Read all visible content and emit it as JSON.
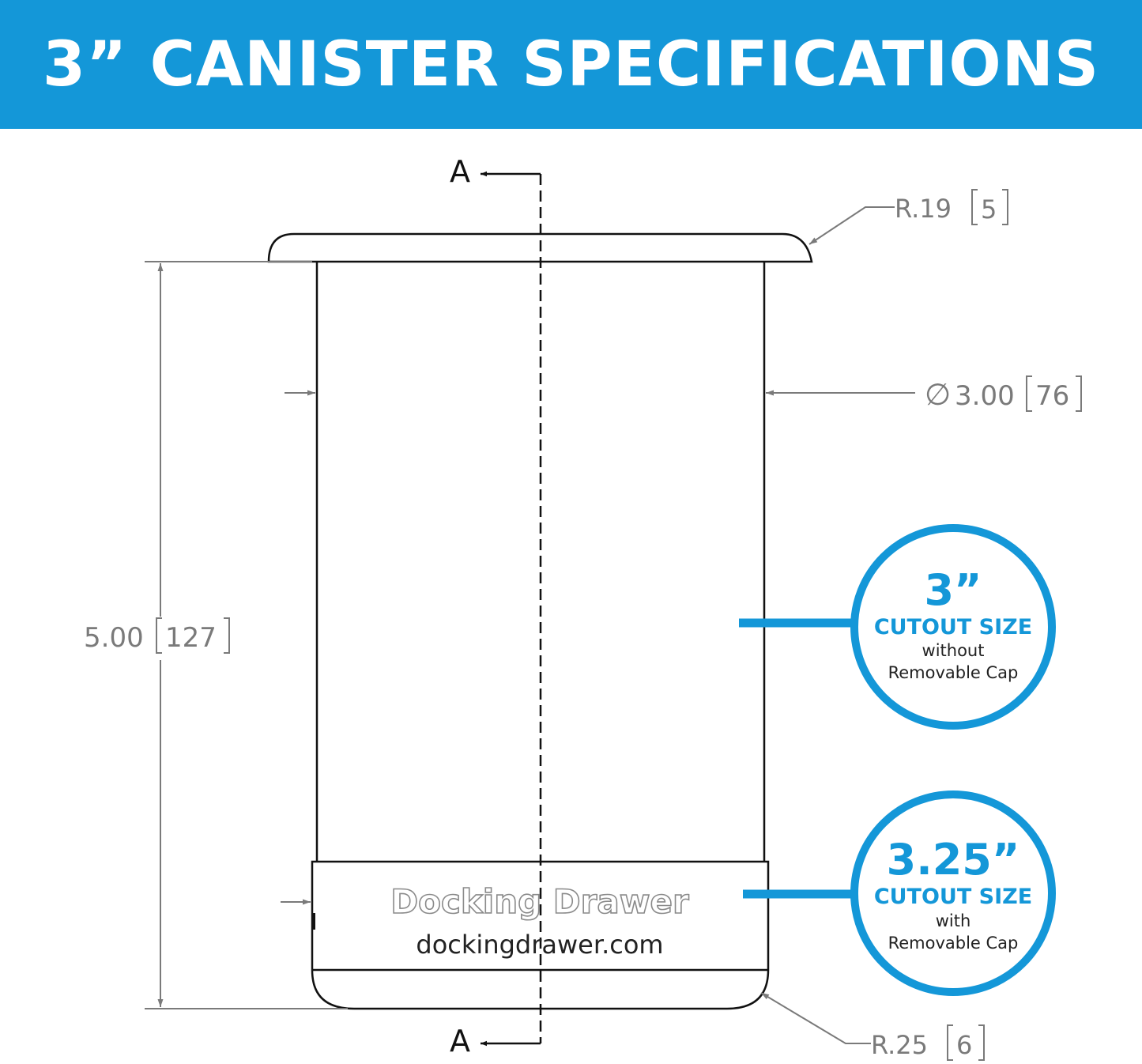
{
  "header": {
    "title": "3” CANISTER SPECIFICATIONS"
  },
  "colors": {
    "accent": "#1497d8",
    "outline": "#111111",
    "dimension": "#7a7a7a"
  },
  "section": {
    "top_label": "A",
    "bottom_label": "A"
  },
  "dimensions": {
    "lip_radius": {
      "imperial": "R.19",
      "metric": "5"
    },
    "diameter": {
      "symbol": "∅",
      "imperial": "3.00",
      "metric": "76"
    },
    "height": {
      "imperial": "5.00",
      "metric": "127"
    },
    "base_radius": {
      "imperial": "R.25",
      "metric": "6"
    }
  },
  "branding": {
    "name": "Docking Drawer",
    "url": "dockingdrawer.com"
  },
  "callouts": [
    {
      "size": "3”",
      "title": "CUTOUT SIZE",
      "line1": "without",
      "line2": "Removable Cap"
    },
    {
      "size": "3.25”",
      "title": "CUTOUT SIZE",
      "line1": "with",
      "line2": "Removable Cap"
    }
  ]
}
